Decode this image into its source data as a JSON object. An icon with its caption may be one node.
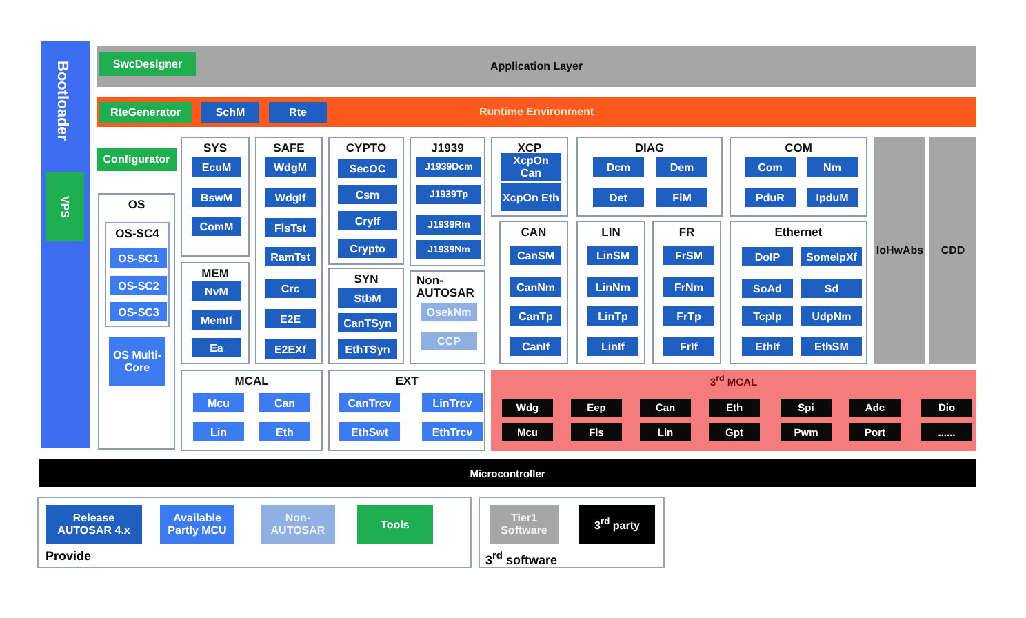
{
  "diagram": {
    "nodes": [
      {
        "text": [
          "Bootloader"
        ]
      },
      {
        "text": [
          "VPS"
        ],
        "in": 0
      },
      {
        "text": [
          "Application Layer"
        ]
      },
      {
        "text": [
          "SwcDesigner"
        ],
        "in": 2
      },
      {
        "text": [
          "Runtime Environment"
        ]
      },
      {
        "text": [
          "RteGenerator"
        ],
        "in": 4
      },
      {
        "text": [
          "SchM"
        ],
        "in": 4
      },
      {
        "text": [
          "Rte"
        ],
        "in": 4
      },
      {
        "text": [
          "Configurator"
        ]
      },
      {
        "text": [
          "OS"
        ]
      },
      {
        "text": [
          "OS-SC4"
        ],
        "in": 9
      },
      {
        "text": [
          "OS-SC1"
        ],
        "in": 10
      },
      {
        "text": [
          "OS-SC2"
        ],
        "in": 10
      },
      {
        "text": [
          "OS-SC3"
        ],
        "in": 10
      },
      {
        "text": [
          "OS Multi-Core"
        ],
        "in": 9
      },
      {
        "text": [
          "SYS"
        ]
      },
      {
        "text": [
          "EcuM"
        ],
        "in": 15
      },
      {
        "text": [
          "BswM"
        ],
        "in": 15
      },
      {
        "text": [
          "ComM"
        ],
        "in": 15
      },
      {
        "text": [
          "MEM"
        ]
      },
      {
        "text": [
          "NvM"
        ],
        "in": 19
      },
      {
        "text": [
          "MemIf"
        ],
        "in": 19
      },
      {
        "text": [
          "Ea"
        ],
        "in": 19
      },
      {
        "text": [
          "SAFE"
        ]
      },
      {
        "text": [
          "WdgM"
        ],
        "in": 23
      },
      {
        "text": [
          "WdgIf"
        ],
        "in": 23
      },
      {
        "text": [
          "FlsTst"
        ],
        "in": 23
      },
      {
        "text": [
          "RamTst"
        ],
        "in": 23
      },
      {
        "text": [
          "Crc"
        ],
        "in": 23
      },
      {
        "text": [
          "E2E"
        ],
        "in": 23
      },
      {
        "text": [
          "E2EXf"
        ],
        "in": 23
      },
      {
        "text": [
          "CYPTO"
        ]
      },
      {
        "text": [
          "SecOC"
        ],
        "in": 31
      },
      {
        "text": [
          "Csm"
        ],
        "in": 31
      },
      {
        "text": [
          "CryIf"
        ],
        "in": 31
      },
      {
        "text": [
          "Crypto"
        ],
        "in": 31
      },
      {
        "text": [
          "SYN"
        ]
      },
      {
        "text": [
          "StbM"
        ],
        "in": 36
      },
      {
        "text": [
          "CanTSyn"
        ],
        "in": 36
      },
      {
        "text": [
          "EthTSyn"
        ],
        "in": 36
      },
      {
        "text": [
          "J1939"
        ]
      },
      {
        "text": [
          "J1939Dcm"
        ],
        "in": 40
      },
      {
        "text": [
          "J1939Tp"
        ],
        "in": 40
      },
      {
        "text": [
          "J1939Rm"
        ],
        "in": 40
      },
      {
        "text": [
          "J1939Nm"
        ],
        "in": 40
      },
      {
        "text": [
          "Non-AUTOSAR"
        ]
      },
      {
        "text": [
          "OsekNm"
        ],
        "in": 45
      },
      {
        "text": [
          "CCP"
        ],
        "in": 45
      },
      {
        "text": [
          "XCP"
        ]
      },
      {
        "text": [
          "XcpOn Can"
        ],
        "in": 48
      },
      {
        "text": [
          "XcpOn Eth"
        ],
        "in": 48
      },
      {
        "text": [
          "DIAG"
        ]
      },
      {
        "text": [
          "Dcm"
        ],
        "in": 51
      },
      {
        "text": [
          "Dem"
        ],
        "in": 51
      },
      {
        "text": [
          "Det"
        ],
        "in": 51
      },
      {
        "text": [
          "FiM"
        ],
        "in": 51
      },
      {
        "text": [
          "COM"
        ]
      },
      {
        "text": [
          "Com"
        ],
        "in": 56
      },
      {
        "text": [
          "Nm"
        ],
        "in": 56
      },
      {
        "text": [
          "PduR"
        ],
        "in": 56
      },
      {
        "text": [
          "IpduM"
        ],
        "in": 56
      },
      {
        "text": [
          "CAN"
        ]
      },
      {
        "text": [
          "CanSM"
        ],
        "in": 61
      },
      {
        "text": [
          "CanNm"
        ],
        "in": 61
      },
      {
        "text": [
          "CanTp"
        ],
        "in": 61
      },
      {
        "text": [
          "CanIf"
        ],
        "in": 61
      },
      {
        "text": [
          "LIN"
        ]
      },
      {
        "text": [
          "LinSM"
        ],
        "in": 66
      },
      {
        "text": [
          "LinNm"
        ],
        "in": 66
      },
      {
        "text": [
          "LinTp"
        ],
        "in": 66
      },
      {
        "text": [
          "LinIf"
        ],
        "in": 66
      },
      {
        "text": [
          "FR"
        ]
      },
      {
        "text": [
          "FrSM"
        ],
        "in": 71
      },
      {
        "text": [
          "FrNm"
        ],
        "in": 71
      },
      {
        "text": [
          "FrTp"
        ],
        "in": 71
      },
      {
        "text": [
          "FrIf"
        ],
        "in": 71
      },
      {
        "text": [
          "Ethernet"
        ]
      },
      {
        "text": [
          "DoIP"
        ],
        "in": 76
      },
      {
        "text": [
          "SomeIpXf"
        ],
        "in": 76
      },
      {
        "text": [
          "SoAd"
        ],
        "in": 76
      },
      {
        "text": [
          "Sd"
        ],
        "in": 76
      },
      {
        "text": [
          "TcpIp"
        ],
        "in": 76
      },
      {
        "text": [
          "UdpNm"
        ],
        "in": 76
      },
      {
        "text": [
          "EthIf"
        ],
        "in": 76
      },
      {
        "text": [
          "EthSM"
        ],
        "in": 76
      },
      {
        "text": [
          "IoHwAbs"
        ]
      },
      {
        "text": [
          "CDD"
        ]
      },
      {
        "text": [
          "MCAL"
        ]
      },
      {
        "text": [
          "Mcu"
        ],
        "in": 87
      },
      {
        "text": [
          "Can"
        ],
        "in": 87
      },
      {
        "text": [
          "Lin"
        ],
        "in": 87
      },
      {
        "text": [
          "Eth"
        ],
        "in": 87
      },
      {
        "text": [
          "EXT"
        ]
      },
      {
        "text": [
          "CanTrcv"
        ],
        "in": 92
      },
      {
        "text": [
          "LinTrcv"
        ],
        "in": 92
      },
      {
        "text": [
          "EthSwt"
        ],
        "in": 92
      },
      {
        "text": [
          "EthTrcv"
        ],
        "in": 92
      },
      {
        "text": [
          "3$^{rd}$ MCAL"
        ]
      },
      {
        "text": [
          "Wdg"
        ],
        "in": 97
      },
      {
        "text": [
          "Eep"
        ],
        "in": 97
      },
      {
        "text": [
          "Can"
        ],
        "in": 97
      },
      {
        "text": [
          "Eth"
        ],
        "in": 97
      },
      {
        "text": [
          "Spi"
        ],
        "in": 97
      },
      {
        "text": [
          "Adc"
        ],
        "in": 97
      },
      {
        "text": [
          "Dio"
        ],
        "in": 97
      },
      {
        "text": [
          "Mcu"
        ],
        "in": 97
      },
      {
        "text": [
          "Fls"
        ],
        "in": 97
      },
      {
        "text": [
          "Lin"
        ],
        "in": 97
      },
      {
        "text": [
          "Gpt"
        ],
        "in": 97
      },
      {
        "text": [
          "Pwm"
        ],
        "in": 97
      },
      {
        "text": [
          "Port"
        ],
        "in": 97
      },
      {
        "text": [
          "......"
        ],
        "in": 97
      },
      {
        "text": [
          "Microcontroller"
        ]
      }
    ],
    "labels": [
      "Provide",
      "3$^{rd}$ software"
    ],
    "legend": [
      {
        "text": "Release AUTOSAR 4.x",
        "color": "#1f5fbf"
      },
      {
        "text": "Available Partly MCU",
        "color": "#3d7cf0"
      },
      {
        "text": "Non-AUTOSAR",
        "color": "#8fb0e0"
      },
      {
        "text": "Tools",
        "color": "#1fae50"
      },
      {
        "text": "Tier1 Software",
        "color": "#a6a6a6"
      },
      {
        "text": "3$^{rd}$ party",
        "color": "#000000"
      }
    ]
  }
}
